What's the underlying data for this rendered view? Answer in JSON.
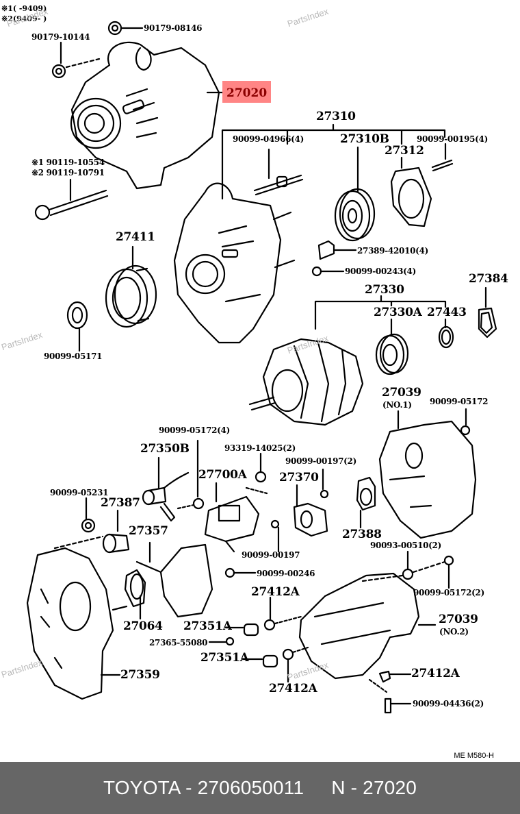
{
  "notes": {
    "line1": "※1(    -9409)",
    "line2": "※2(9409-        )"
  },
  "highlight": {
    "part_number": "27020",
    "color": "#ff8585"
  },
  "watermark": "PartsIndex",
  "labels": {
    "p90179_08146": "90179-08146",
    "p90179_10144": "90179-10144",
    "p90119_10554": "※1 90119-10554",
    "p90119_10791": "※2 90119-10791",
    "p27310": "27310",
    "p90099_04966": "90099-04966(4)",
    "p27310B": "27310B",
    "p27312": "27312",
    "p90099_00195": "90099-00195(4)",
    "p27389_42010": "27389-42010(4)",
    "p90099_00243": "90099-00243(4)",
    "p27411": "27411",
    "p90099_05171": "90099-05171",
    "p27330": "27330",
    "p27330A": "27330A",
    "p27443": "27443",
    "p27384": "27384",
    "p27039_no1": "27039",
    "p27039_no1_sub": "(NO.1)",
    "p90099_05172_a": "90099-05172",
    "p90099_05172_4": "90099-05172(4)",
    "p27350B": "27350B",
    "p93319_14025": "93319-14025(2)",
    "p27700A": "27700A",
    "p90099_00197_2": "90099-00197(2)",
    "p27370": "27370",
    "p90099_05231": "90099-05231",
    "p27387": "27387",
    "p27357": "27357",
    "p27388": "27388",
    "p90099_00197": "90099-00197",
    "p90093_00510": "90093-00510(2)",
    "p90099_00246": "90099-00246",
    "p90099_05172_2": "90099-05172(2)",
    "p27412A_a": "27412A",
    "p27064": "27064",
    "p27351A_a": "27351A",
    "p27039_no2": "27039",
    "p27039_no2_sub": "(NO.2)",
    "p27365_55080": "27365-55080",
    "p27351A_b": "27351A",
    "p27412A_b": "27412A",
    "p27359": "27359",
    "p27412A_c": "27412A",
    "p90099_04436": "90099-04436(2)"
  },
  "drawing_code": "ME M580-H",
  "footer": {
    "brand_part": "TOYOTA - 2706050011",
    "ref": "N - 27020"
  }
}
